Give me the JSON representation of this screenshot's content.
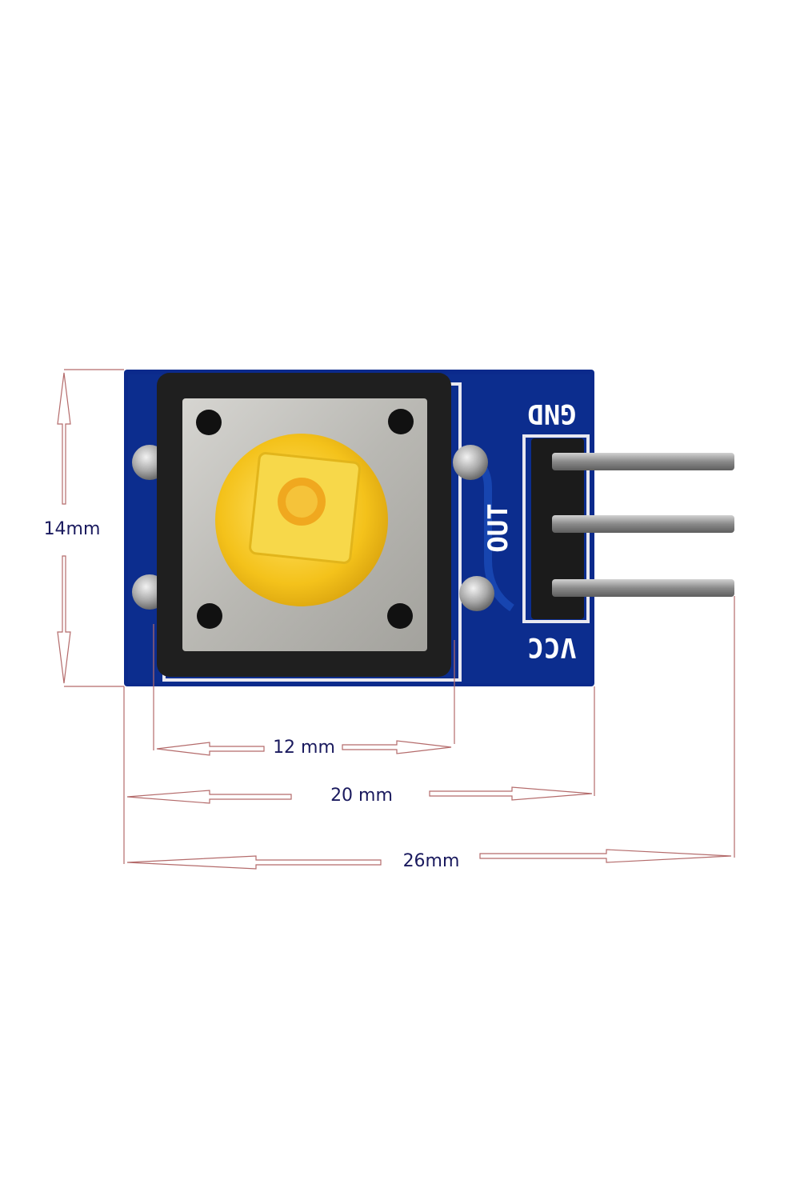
{
  "labels": {
    "height": "14mm",
    "button_width": "12 mm",
    "board_width": "20 mm",
    "total_width": "26mm"
  },
  "silkscreen": {
    "gnd": "GND",
    "out": "OUT",
    "vcc": "VCC"
  },
  "colors": {
    "pcb": "#0b2a8c",
    "pcb_dark": "#071d63",
    "button_housing": "#222222",
    "metal_plate": "#bdbcb8",
    "button_cap": "#f4c21b",
    "button_stem": "#f7d84a",
    "pin": "#8d8d8d",
    "header": "#1b1b1b",
    "dim_line": "#b46b6b",
    "dim_text": "#1a1a5e"
  }
}
